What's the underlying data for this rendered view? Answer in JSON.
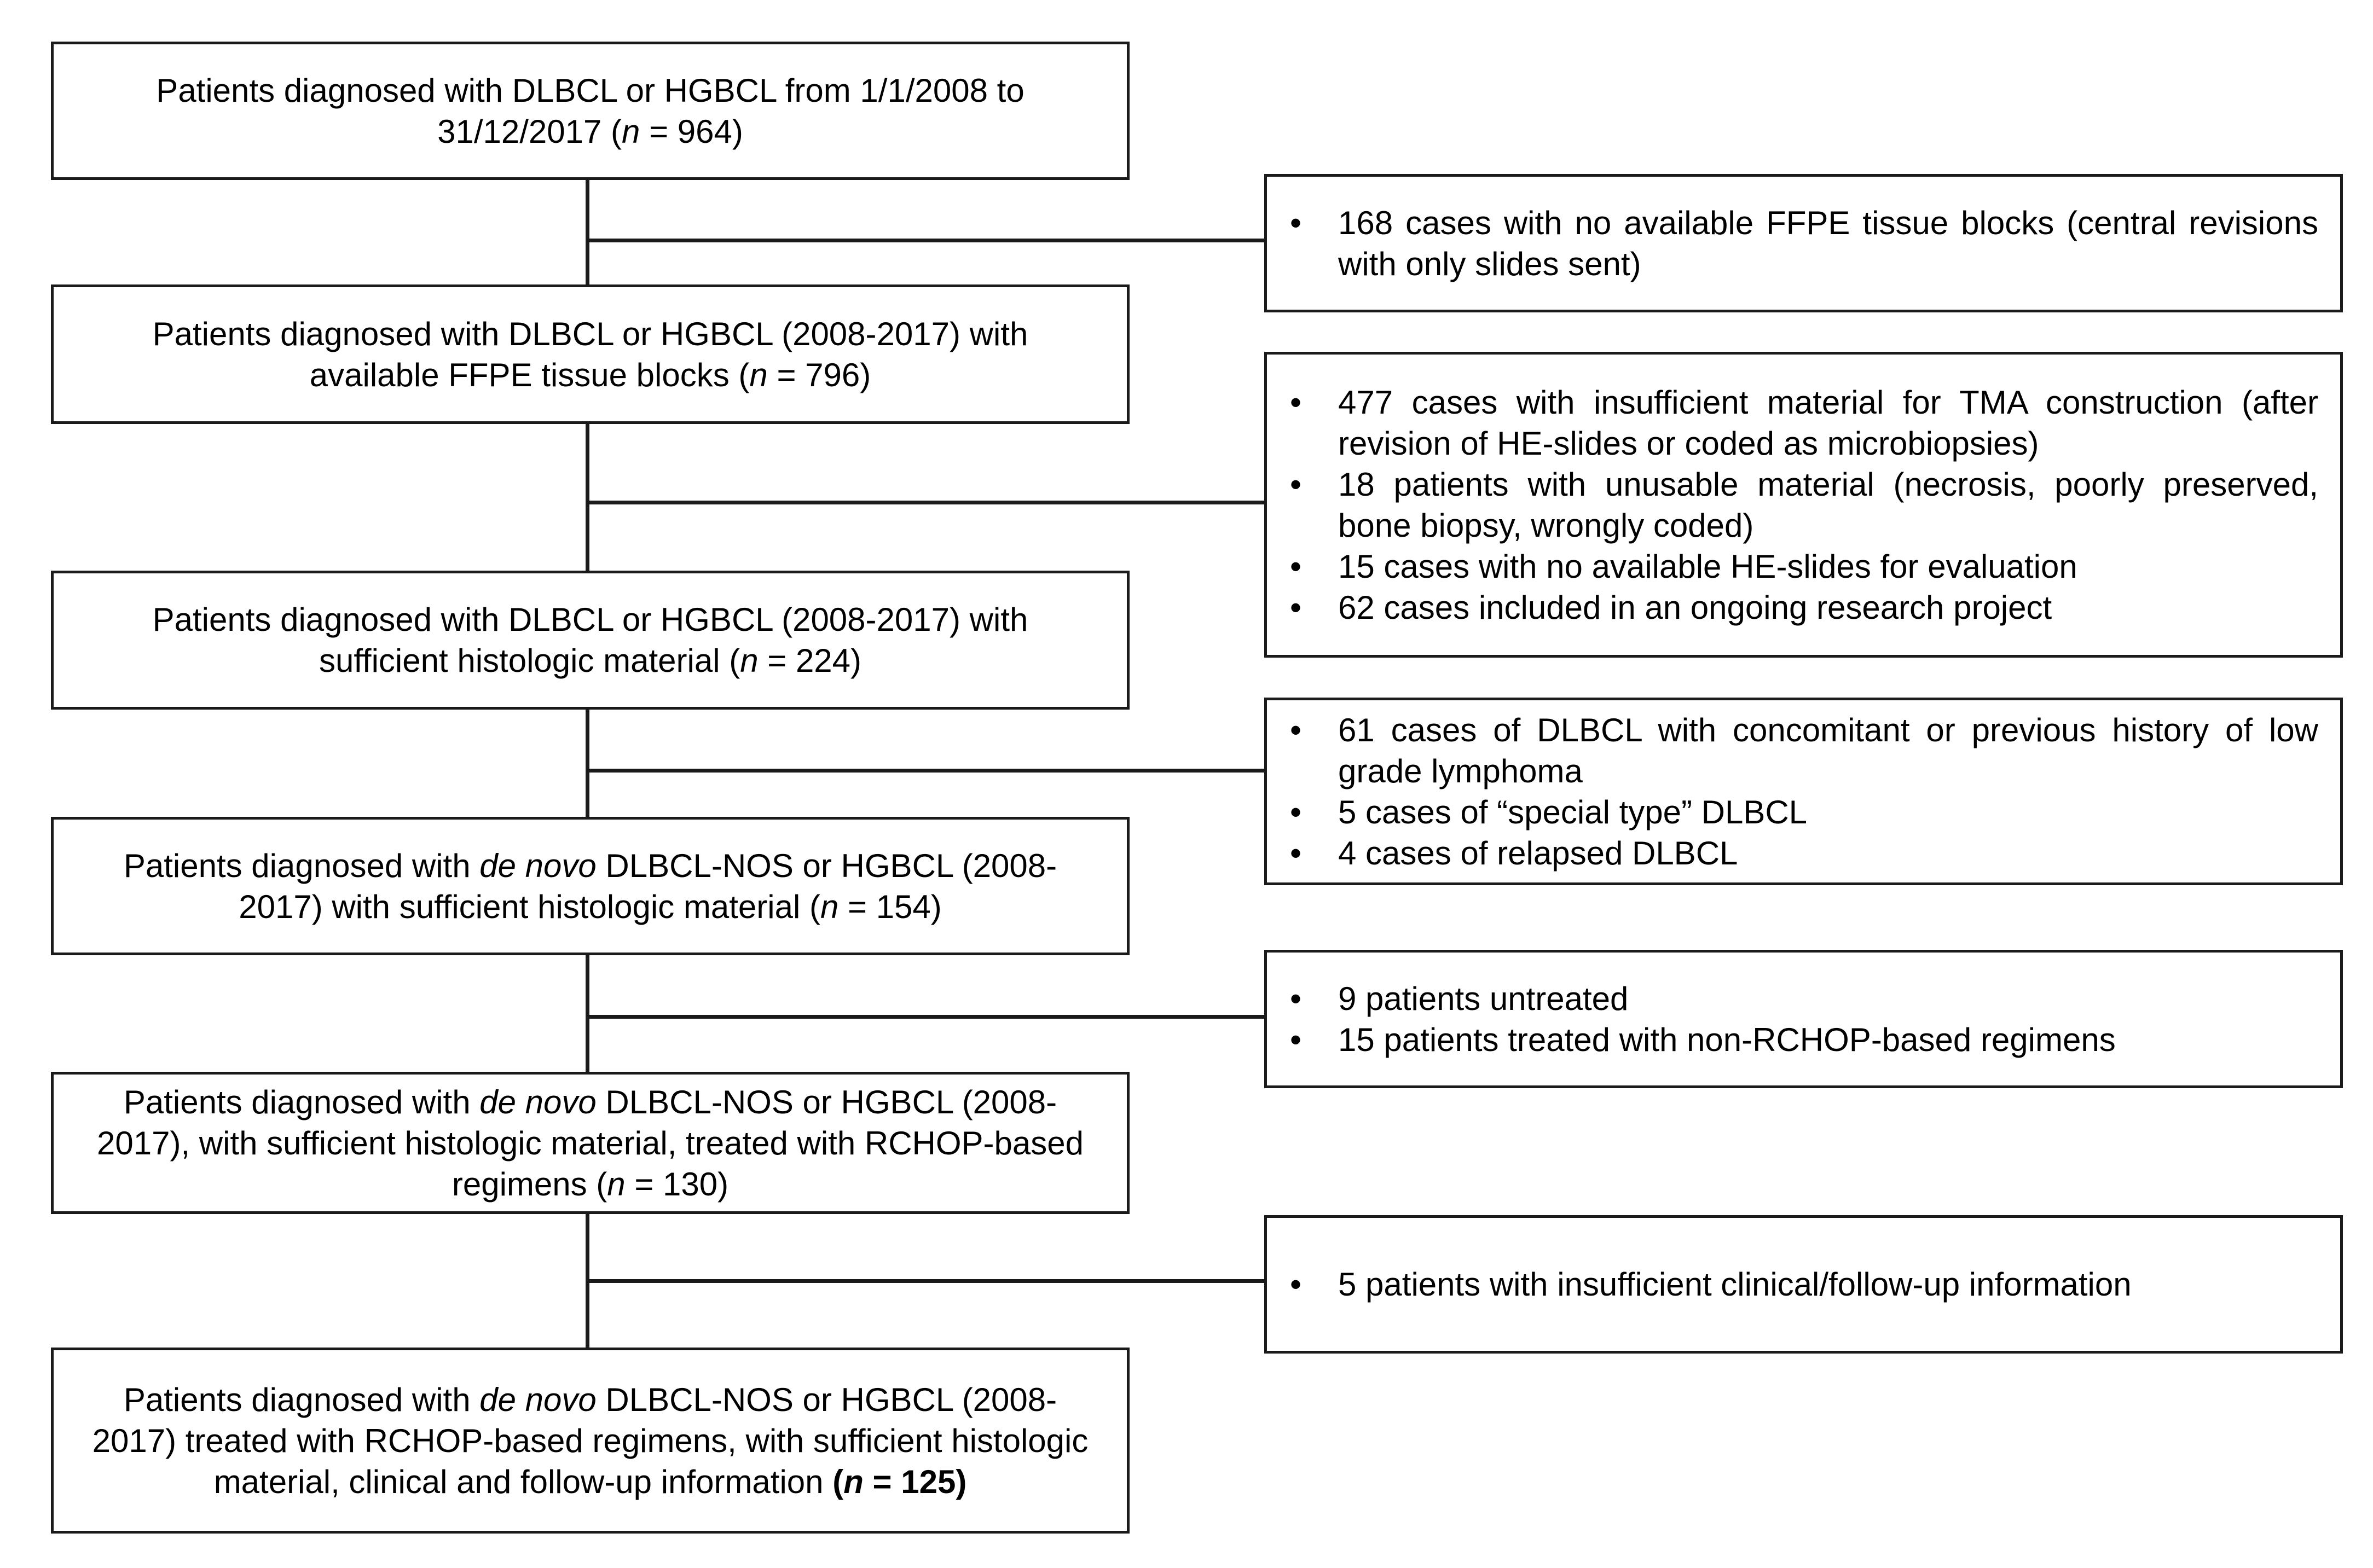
{
  "flowchart": {
    "steps": [
      {
        "pre": "Patients diagnosed with DLBCL or HGBCL from 1/1/2008 to 31/12/2017 (",
        "italic": "",
        "post": "",
        "n_var": "n",
        "n_text": " = 964)"
      },
      {
        "pre": "Patients diagnosed with DLBCL or HGBCL (2008-2017) with available FFPE tissue blocks (",
        "italic": "",
        "post": "",
        "n_var": "n",
        "n_text": " = 796)"
      },
      {
        "pre": "Patients diagnosed with DLBCL or HGBCL (2008-2017) with sufficient histologic material (",
        "italic": "",
        "post": "",
        "n_var": "n",
        "n_text": " = 224)"
      },
      {
        "pre": "Patients diagnosed with ",
        "italic": "de novo",
        "post": " DLBCL-NOS or HGBCL (2008-2017) with sufficient histologic material (",
        "n_var": "n",
        "n_text": " = 154)"
      },
      {
        "pre": "Patients diagnosed with ",
        "italic": "de novo",
        "post": " DLBCL-NOS or HGBCL (2008-2017), with sufficient histologic material, treated with RCHOP-based regimens (",
        "n_var": "n",
        "n_text": " = 130)"
      },
      {
        "pre": "Patients diagnosed with ",
        "italic": "de novo",
        "post": " DLBCL-NOS or HGBCL (2008-2017) treated with RCHOP-based regimens, with sufficient histologic material, clinical and follow-up information ",
        "n_open": "(",
        "n_var": "n",
        "n_text": " = 125)"
      }
    ],
    "exclusions": [
      {
        "items": [
          "168 cases with no available FFPE tissue blocks (central revisions with only slides sent)"
        ]
      },
      {
        "items": [
          "477 cases with insufficient material for TMA construction (after revision of HE-slides or coded as microbiopsies)",
          "18 patients with unusable material (necrosis, poorly preserved, bone biopsy, wrongly coded)",
          "15 cases with no available HE-slides for evaluation",
          "62 cases included in an ongoing research project"
        ]
      },
      {
        "items": [
          "61 cases of DLBCL with concomitant or previous history of low grade lymphoma",
          "5 cases of “special type” DLBCL",
          "4 cases of relapsed DLBCL"
        ]
      },
      {
        "items": [
          "9 patients untreated",
          "15 patients treated with non-RCHOP-based regimens"
        ]
      },
      {
        "items": [
          "5 patients with insufficient clinical/follow-up information"
        ]
      }
    ]
  }
}
